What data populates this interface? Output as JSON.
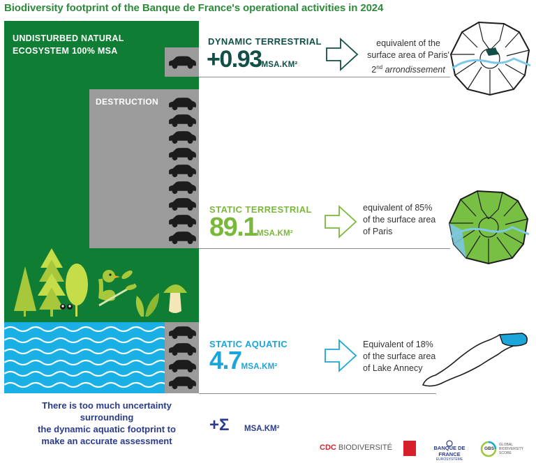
{
  "title": "Biodiversity footprint of the Banque de France's operational activities in 2024",
  "undisturbed": {
    "line1": "UNDISTURBED NATURAL",
    "line2": "ECOSYSTEM 100% MSA"
  },
  "destruction": "DESTRUCTION",
  "dynamic_terrestrial": {
    "label": "DYNAMIC TERRESTRIAL",
    "value": "+0.93",
    "unit": "MSA.KM²",
    "desc1": "equivalent of the",
    "desc2": "surface area of Paris'",
    "desc3_num": "2",
    "desc3_sup": "nd",
    "desc3_rest": " arrondissement"
  },
  "static_terrestrial": {
    "label": "STATIC TERRESTRIAL",
    "value": "89.1",
    "unit": "MSA.KM²",
    "desc1": "equivalent of 85%",
    "desc2": "of the surface area",
    "desc3": "of Paris"
  },
  "static_aquatic": {
    "label": "STATIC AQUATIC",
    "value": "4.7",
    "unit": "MSA.KM²",
    "desc1": "Equivalent of 18%",
    "desc2": "of the surface area",
    "desc3": "of Lake Annecy"
  },
  "uncertainty": {
    "line1": "There is too much uncertainty surrounding",
    "line2": "the dynamic aquatic footprint to",
    "line3": "make an accurate assessment"
  },
  "sigma": {
    "symbol": "+Σ",
    "unit": "MSA.KM²"
  },
  "logos": {
    "cdc_a": "CDC",
    "cdc_b": " BIODIVERSITÉ",
    "bdf": "BANQUE DE FRANCE",
    "bdf_sub": "EUROSYSTÈME",
    "gbs": "GBS",
    "gbs_sub1": "GLOBAL",
    "gbs_sub2": "BIODIVERSITY",
    "gbs_sub3": "SCORE"
  },
  "colors": {
    "green_dark": "#0f7e34",
    "grey": "#9b9b9b",
    "water": "#1ab0e6",
    "teal": "#124f46",
    "lime": "#79b83a",
    "sky": "#1ba5d8",
    "navy": "#2a3a8c"
  }
}
